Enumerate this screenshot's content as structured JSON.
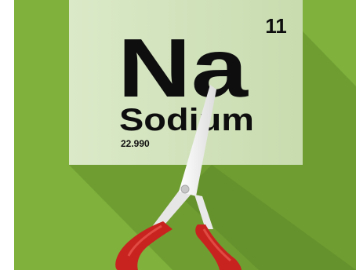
{
  "element": {
    "atomic_number": "11",
    "symbol": "Na",
    "name": "Sodium",
    "atomic_mass": "22.990"
  },
  "colors": {
    "background": "#7fb13c",
    "shadow": "#6c9a30",
    "tile": "#d1e3ba",
    "text": "#0e0e0e",
    "blade": "#f2f2f2",
    "handle": "#c8231f"
  },
  "icons": {
    "scissors": "scissors-icon"
  }
}
